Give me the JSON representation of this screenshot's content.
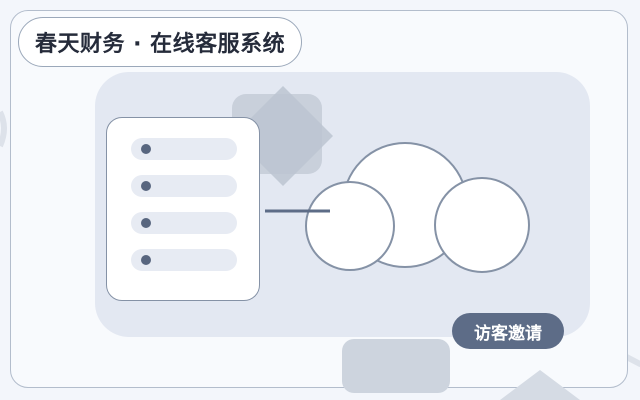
{
  "header": {
    "title": "春天财务 · 在线客服系统"
  },
  "actions": {
    "invite_label": "访客邀请"
  },
  "colors": {
    "page_background": "#f3f6fb",
    "panel": "#e3e8f2",
    "accent": "#5d6c87",
    "outline": "#8592a6"
  },
  "illustration": {
    "list_rows": 4,
    "icons": [
      "document-list-icon",
      "cloud-icon",
      "connector-line"
    ]
  }
}
